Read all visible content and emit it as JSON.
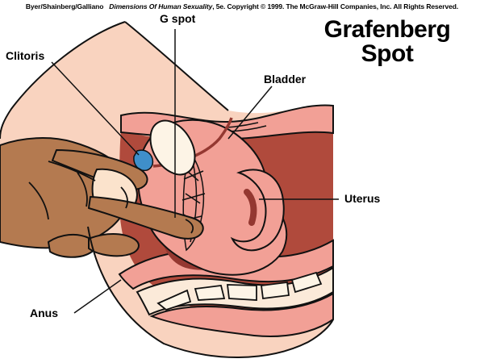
{
  "credit_line": {
    "authors": "Byer/Shainberg/Galliano",
    "book_title": "Dimensions Of Human Sexuality",
    "rest": ", 5e. Copyright © 1999. The McGraw-Hill Companies, Inc. All Rights Reserved."
  },
  "title": {
    "line1": "Grafenberg",
    "line2": "Spot"
  },
  "labels": {
    "g_spot": "G spot",
    "clitoris": "Clitoris",
    "bladder": "Bladder",
    "uterus": "Uterus",
    "anus": "Anus"
  },
  "colors": {
    "skin_peach": "#f9d3bf",
    "skin_cream": "#fbe3cc",
    "hand_tan": "#b47a50",
    "tissue_pink": "#f2a096",
    "tissue_pink_deep": "#ef9a90",
    "tissue_dark_red": "#b04a3c",
    "tissue_deep_red": "#943831",
    "band_cream": "#fbead9",
    "bone_white": "#fdf4e6",
    "gspot_blue": "#3f8fca",
    "outline": "#111111"
  }
}
